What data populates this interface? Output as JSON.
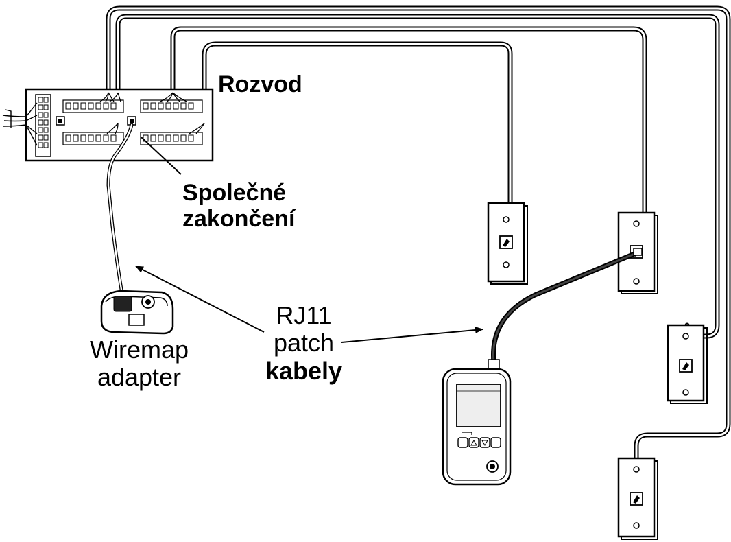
{
  "labels": {
    "rozvod": "Rozvod",
    "spolecne_line1": "Společné",
    "spolecne_line2": "zakončení",
    "wiremap_line1": "Wiremap",
    "wiremap_line2": "adapter",
    "rj11_line1": "RJ11",
    "rj11_line2": "patch",
    "rj11_line3": "kabely"
  },
  "colors": {
    "line": "#000000",
    "background": "#ffffff",
    "screen": "#eeeeee"
  },
  "icons": [
    "patch-panel-icon",
    "wall-outlet-icon",
    "wiremap-adapter-icon",
    "cable-tester-icon"
  ]
}
